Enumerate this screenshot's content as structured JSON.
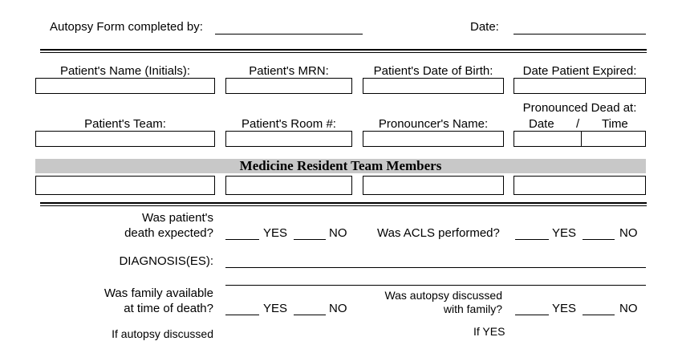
{
  "header": {
    "completed_by_label": "Autopsy Form completed by:",
    "date_label": "Date:"
  },
  "row1": {
    "name_label": "Patient's Name (Initials):",
    "mrn_label": "Patient's MRN:",
    "dob_label": "Patient's Date of Birth:",
    "expired_label": "Date Patient Expired:"
  },
  "row2": {
    "team_label": "Patient's Team:",
    "room_label": "Patient's Room #:",
    "pronouncer_label": "Pronouncer's Name:",
    "pronounced_label": "Pronounced Dead at:",
    "date_sub": "Date",
    "slash": "/",
    "time_sub": "Time"
  },
  "section_title": "Medicine Resident Team Members",
  "questions": {
    "death_expected_1": "Was patient's",
    "death_expected_2": "death expected?",
    "acls": "Was ACLS performed?",
    "diagnoses": "DIAGNOSIS(ES):",
    "family_1": "Was family available",
    "family_2": "at time of death?",
    "autopsy_1": "Was autopsy discussed",
    "autopsy_2": "with family?",
    "bottom_left": "If autopsy discussed",
    "bottom_right": "If YES"
  },
  "options": {
    "yes": "YES",
    "no": "NO"
  }
}
